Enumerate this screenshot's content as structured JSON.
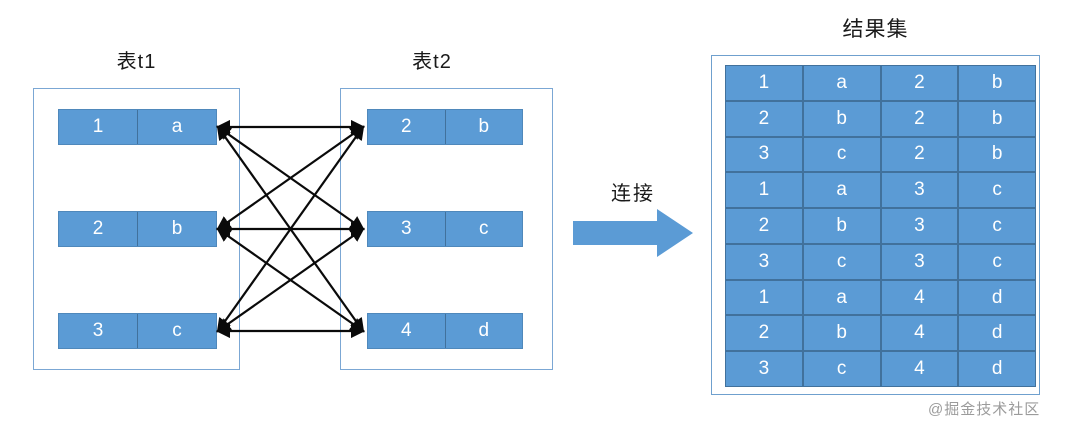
{
  "diagram": {
    "background": "#ffffff",
    "colors": {
      "cell_fill": "#5B9BD5",
      "cell_border": "#41719C",
      "container_border": "#7BA7D4",
      "arrow_line": "#0a0a0a",
      "cell_text": "#ffffff",
      "title_text": "#1a1a1a",
      "watermark_text": "#8a8a8a"
    }
  },
  "table_t1": {
    "title": "表t1",
    "rows": [
      [
        "1",
        "a"
      ],
      [
        "2",
        "b"
      ],
      [
        "3",
        "c"
      ]
    ]
  },
  "table_t2": {
    "title": "表t2",
    "rows": [
      [
        "2",
        "b"
      ],
      [
        "3",
        "c"
      ],
      [
        "4",
        "d"
      ]
    ]
  },
  "join": {
    "label": "连接"
  },
  "connections": [
    [
      0,
      0
    ],
    [
      0,
      1
    ],
    [
      0,
      2
    ],
    [
      1,
      0
    ],
    [
      1,
      1
    ],
    [
      1,
      2
    ],
    [
      2,
      0
    ],
    [
      2,
      1
    ],
    [
      2,
      2
    ]
  ],
  "result": {
    "title": "结果集",
    "rows": [
      [
        "1",
        "a",
        "2",
        "b"
      ],
      [
        "2",
        "b",
        "2",
        "b"
      ],
      [
        "3",
        "c",
        "2",
        "b"
      ],
      [
        "1",
        "a",
        "3",
        "c"
      ],
      [
        "2",
        "b",
        "3",
        "c"
      ],
      [
        "3",
        "c",
        "3",
        "c"
      ],
      [
        "1",
        "a",
        "4",
        "d"
      ],
      [
        "2",
        "b",
        "4",
        "d"
      ],
      [
        "3",
        "c",
        "4",
        "d"
      ]
    ]
  },
  "watermark": {
    "text": "@掘金技术社区"
  }
}
